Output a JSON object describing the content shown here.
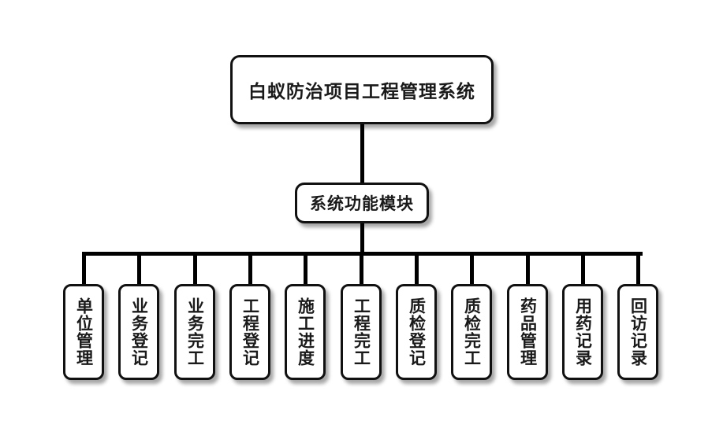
{
  "root": {
    "label": "白蚁防治项目工程管理系统"
  },
  "module": {
    "label": "系统功能模块"
  },
  "leaves": [
    {
      "label": "单位管理"
    },
    {
      "label": "业务登记"
    },
    {
      "label": "业务完工"
    },
    {
      "label": "工程登记"
    },
    {
      "label": "施工进度"
    },
    {
      "label": "工程完工"
    },
    {
      "label": "质检登记"
    },
    {
      "label": "质检完工"
    },
    {
      "label": "药品管理"
    },
    {
      "label": "用药记录"
    },
    {
      "label": "回访记录"
    }
  ]
}
